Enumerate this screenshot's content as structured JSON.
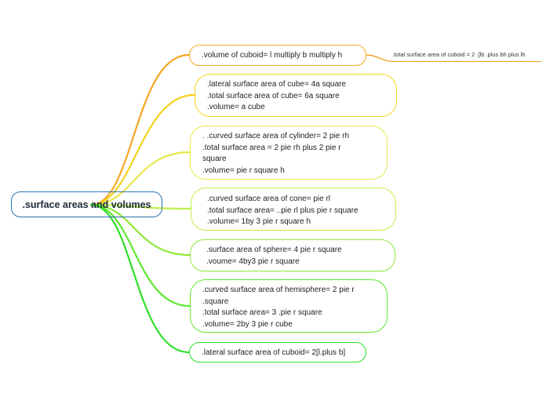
{
  "central": {
    "label": ".surface areas and volumes",
    "color": "#2a74b5"
  },
  "topics": [
    {
      "id": "cuboid-volume",
      "text": ".volume of cuboid= l multiply b multiply h",
      "color": "#f5a623"
    },
    {
      "id": "cube",
      "text": ".lateral surface area of cube= 4a square\n.total surface area of cube= 6a square\n.volume= a cube",
      "color": "#f3d21c"
    },
    {
      "id": "cylinder",
      "text": ".  .curved surface area of cylinder= 2 pie rh\n.total surface area = 2 pie rh plus 2 pie r\nsquare\n.volume= pie r square h",
      "color": "#e8e84a"
    },
    {
      "id": "cone",
      "text": ".curved surface area of cone= pie rl\n.total surface area= ..pie rl plus pie r square\n.volume= 1by 3 pie r square h",
      "color": "#bff04a"
    },
    {
      "id": "sphere",
      "text": ".surface area of sphere= 4 pie r square\n.voume=  4by3 pie r square",
      "color": "#8ee83a"
    },
    {
      "id": "hemisphere",
      "text": ".curved surface area of hemisphere= 2 pie r\n.square\n.total surface area= 3 .pie r square\n.volume= 2by 3 pie r cube",
      "color": "#5ee830"
    },
    {
      "id": "cuboid-lateral",
      "text": ".lateral surface area of cuboid= 2[l.plus b]",
      "color": "#2ee028"
    }
  ],
  "subtopic": {
    "text": ".total surface area of cuboid = 2 .[lb .plus bh plus lh",
    "color": "#f0a020"
  }
}
